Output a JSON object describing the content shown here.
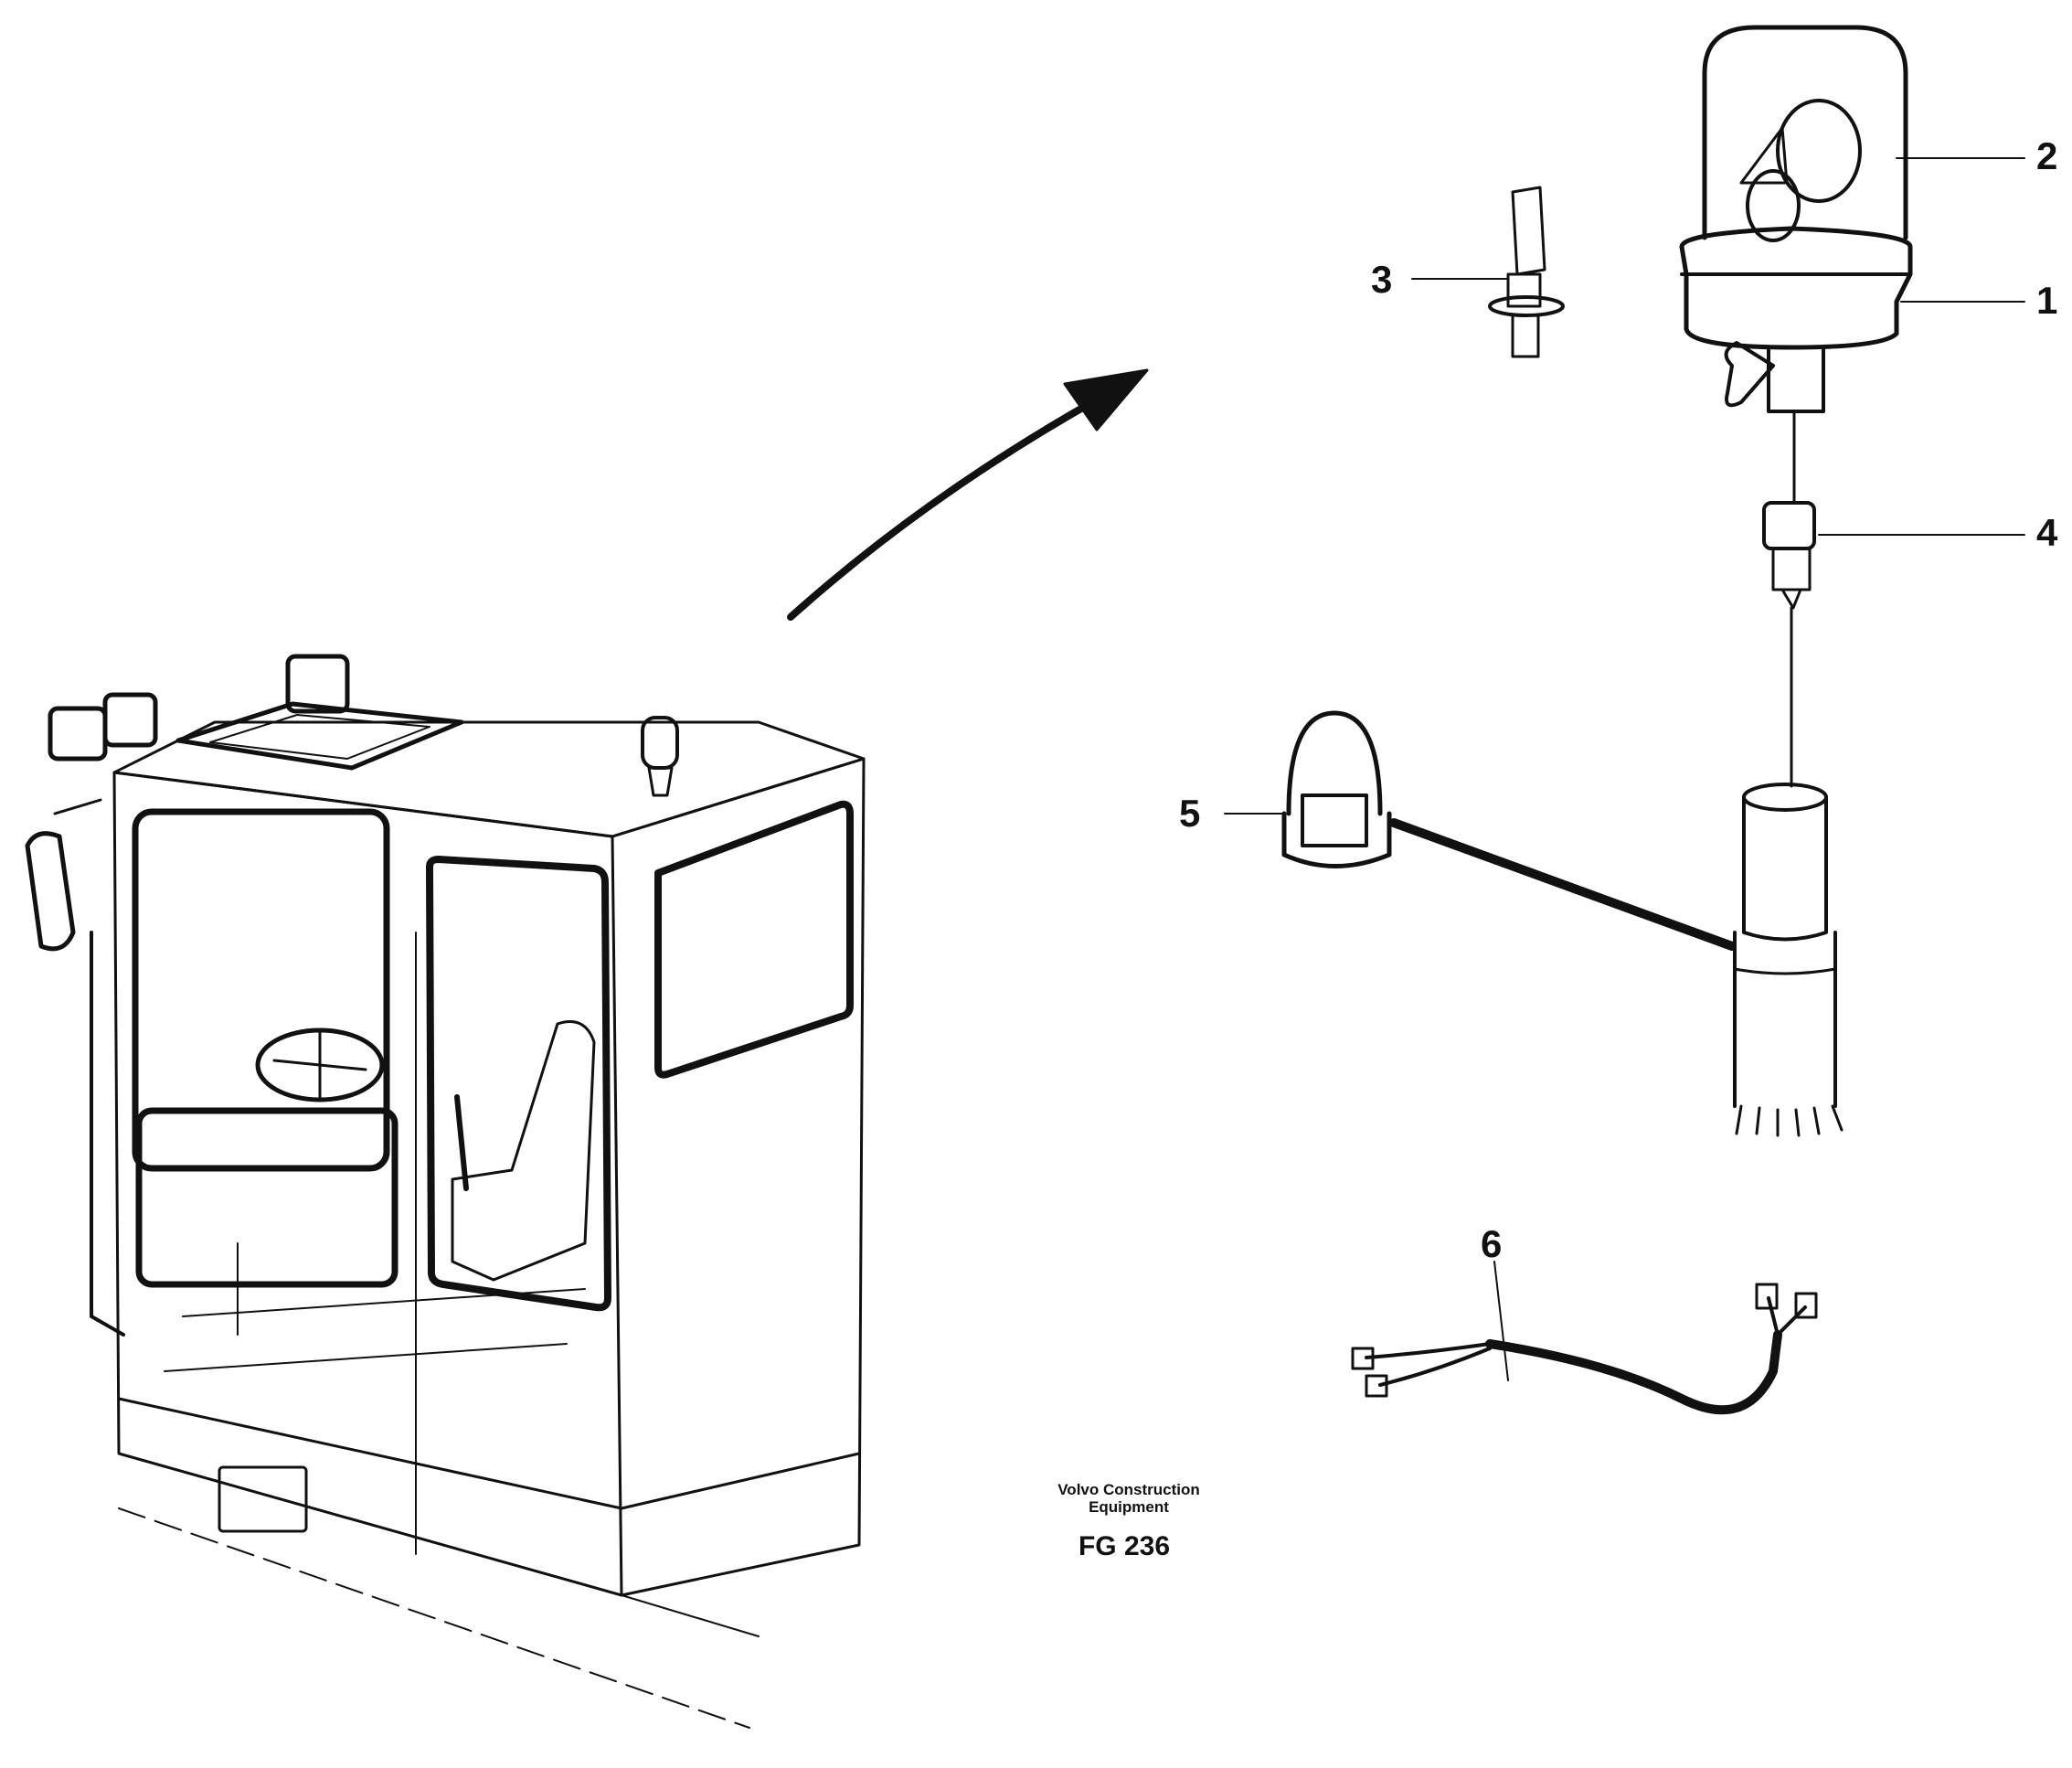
{
  "footer": {
    "company_line1": "Volvo Construction",
    "company_line2": "Equipment",
    "figure_code": "FG 236"
  },
  "callouts": [
    "1",
    "2",
    "3",
    "4",
    "5",
    "6"
  ],
  "colors": {
    "ink": "#111111",
    "paper": "#ffffff"
  }
}
